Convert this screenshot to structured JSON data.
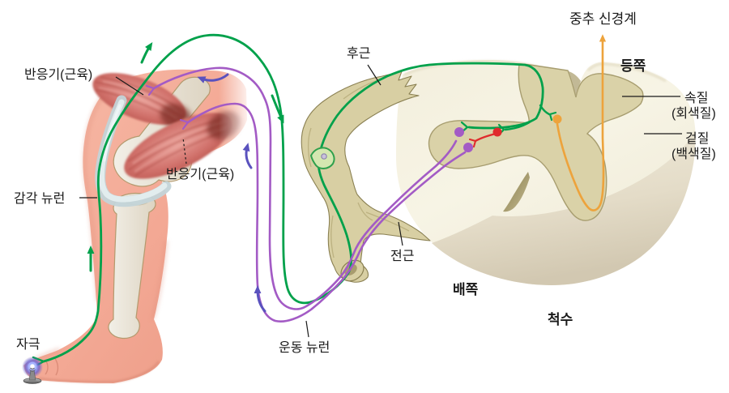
{
  "figure": {
    "subject": "reflex-arc-spinal-cord-diagram"
  },
  "labels": {
    "effector_upper": "반응기(근육)",
    "effector_lower": "반응기(근육)",
    "sensory_neuron": "감각 뉴런",
    "stimulus": "자극",
    "motor_neuron": "운동 뉴런",
    "dorsal_root": "후근",
    "ventral_root": "전근",
    "ventral_direction": "배쪽",
    "spinal_cord": "척수",
    "dorsal_direction": "등쪽",
    "central_nervous_system": "중추 신경계",
    "inner_matter_line1": "속질",
    "inner_matter_line2": "(회색질)",
    "outer_matter_line1": "겉질",
    "outer_matter_line2": "(백색질)"
  },
  "colors": {
    "sensory_neuron_green": "#00A14B",
    "motor_neuron_purple": "#A35BC5",
    "direction_arrow_blue": "#5A52BE",
    "interneuron_red": "#E02A2C",
    "ascending_neuron_orange": "#EDA33C",
    "nerve_tissue_tan": "#D8CFA3",
    "nerve_outline": "#8A8052",
    "gray_matter": "#DAD2A8",
    "white_matter": "#F6F3E3",
    "skin": "#F3A894",
    "muscle": "#CE6A62",
    "bone": "#EEEAE0",
    "tendon": "#DFEAEC",
    "label_text": "#1A1A1A"
  }
}
